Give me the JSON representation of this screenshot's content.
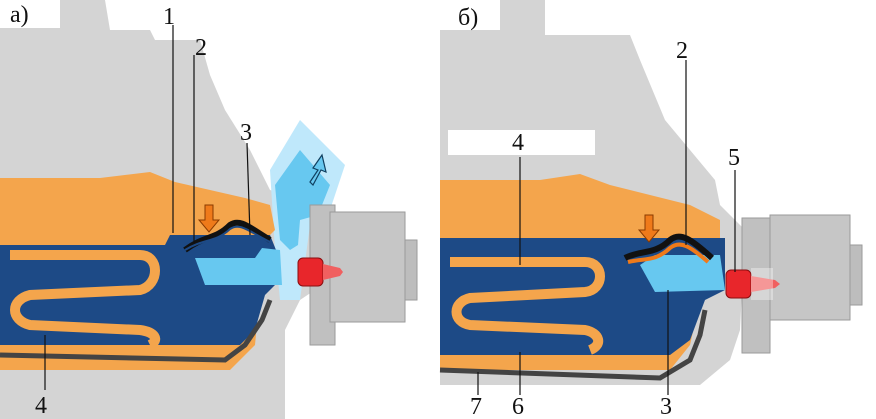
{
  "panels": [
    {
      "id": "a",
      "letter": "а)",
      "callouts": [
        {
          "id": "1",
          "text": "1"
        },
        {
          "id": "2",
          "text": "2"
        },
        {
          "id": "3",
          "text": "3"
        },
        {
          "id": "4",
          "text": "4"
        }
      ]
    },
    {
      "id": "b",
      "letter": "б)",
      "callouts": [
        {
          "id": "4",
          "text": "4"
        },
        {
          "id": "2",
          "text": "2"
        },
        {
          "id": "5",
          "text": "5"
        },
        {
          "id": "7",
          "text": "7"
        },
        {
          "id": "6",
          "text": "6"
        },
        {
          "id": "3",
          "text": "3"
        }
      ]
    }
  ],
  "colors": {
    "housing": "#d4d4d4",
    "housing_dark": "#bdbdbd",
    "orange_part": "#f4a54c",
    "dark_blue": "#1d4a86",
    "light_blue": "#67c8f0",
    "pale_blue": "#bfe8fb",
    "red_pin": "#e8262b",
    "gasket": "#444444",
    "arrow_orange": "#ef7a1a"
  }
}
